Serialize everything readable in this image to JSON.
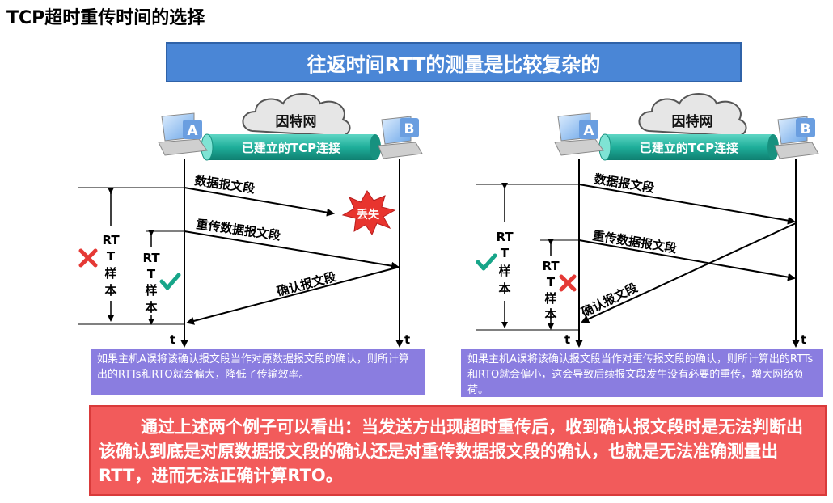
{
  "page_title": "TCP超时重传时间的选择",
  "banner": "往返时间RTT的测量是比较复杂的",
  "cloud_label": "因特网",
  "tunnel_label": "已建立的TCP连接",
  "host_a": "A",
  "host_b": "B",
  "time_label": "t",
  "left_scenario": {
    "msg_data": "数据报文段",
    "lost_label": "丢失",
    "msg_retransmit": "重传数据报文段",
    "msg_ack": "确认报文段",
    "rtt_long": [
      "RT",
      "T",
      "样",
      "本"
    ],
    "rtt_short": [
      "RT",
      "T",
      "样",
      "本"
    ],
    "note": "如果主机A误将该确认报文段当作对原数据报文段的确认，则所计算出的RTTs和RTO就会偏大，降低了传输效率。"
  },
  "right_scenario": {
    "msg_data": "数据报文段",
    "msg_retransmit": "重传数据报文段",
    "msg_ack": "确认报文段",
    "rtt_long": [
      "RT",
      "T",
      "样",
      "本"
    ],
    "rtt_short": [
      "RT",
      "T",
      "样",
      "本"
    ],
    "note": "如果主机A误将该确认报文段当作对重传报文段的确认，则所计算出的RTTs和RTO就会偏小，这会导致后续报文段发生没有必要的重传，增大网络负荷。"
  },
  "conclusion": "通过上述两个例子可以看出：当发送方出现超时重传后，收到确认报文段时是无法判断出该确认到底是对原数据报文段的确认还是对重传数据报文段的确认，也就是无法准确测量出RTT，进而无法正确计算RTO。",
  "colors": {
    "banner": "#4a86d6",
    "tunnel": "#1fae9a",
    "note": "#8a7de0",
    "conclusion": "#f25b5b",
    "cross": "#e53935",
    "check": "#17a589",
    "lost_burst": "#e8342e"
  }
}
